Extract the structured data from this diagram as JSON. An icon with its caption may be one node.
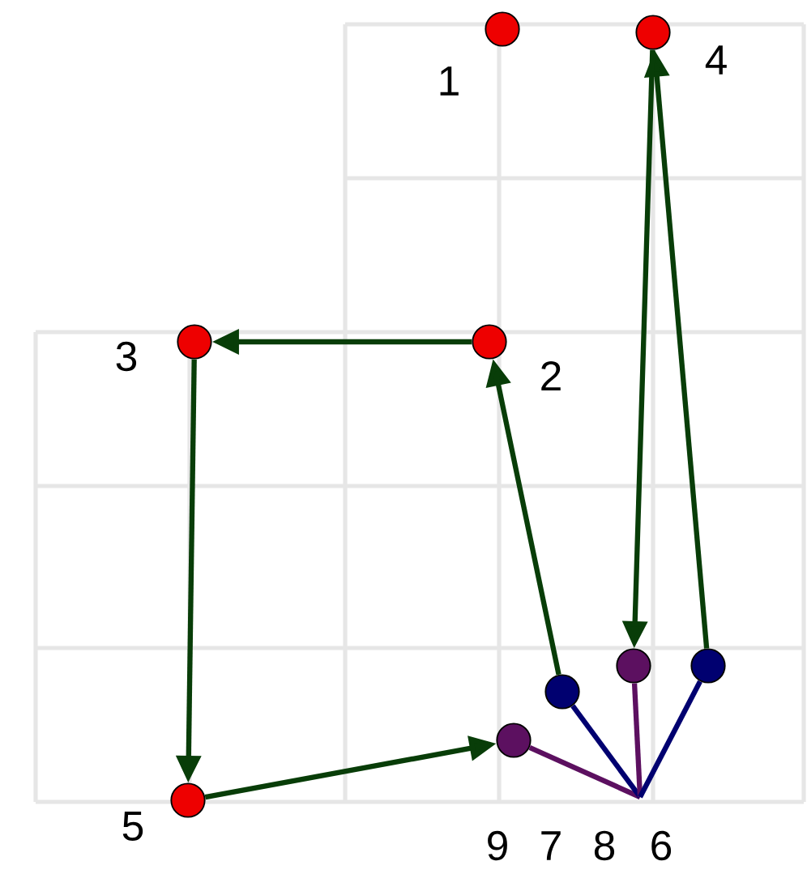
{
  "diagram": {
    "nodes": [
      {
        "text": [],
        "shape": "circle",
        "beside": [
          "1"
        ]
      },
      {
        "text": [],
        "shape": "circle",
        "beside": [
          "4"
        ]
      },
      {
        "text": [],
        "shape": "circle",
        "beside": [
          "3"
        ]
      },
      {
        "text": [],
        "shape": "circle",
        "beside": [
          "2"
        ]
      },
      {
        "text": [],
        "shape": "circle",
        "beside": [
          "8"
        ]
      },
      {
        "text": [],
        "shape": "circle",
        "beside": [
          "6"
        ]
      },
      {
        "text": [],
        "shape": "circle",
        "beside": [
          "7"
        ]
      },
      {
        "text": [],
        "shape": "circle",
        "beside": [
          "9"
        ]
      },
      {
        "text": [],
        "shape": "circle",
        "beside": [
          "5"
        ]
      }
    ],
    "edges": [
      {
        "from": 3,
        "to": 2,
        "arrow": "to"
      },
      {
        "from": 2,
        "to": 8,
        "arrow": "to"
      },
      {
        "from": 8,
        "to": 7,
        "arrow": "to"
      },
      {
        "from": 6,
        "to": 3,
        "arrow": "to"
      },
      {
        "from": 5,
        "to": 1,
        "arrow": "to"
      },
      {
        "from": 1,
        "to": 4,
        "arrow": "to"
      },
      {
        "from": null,
        "to": 7,
        "arrow": "none",
        "color": "#5c1060"
      },
      {
        "from": null,
        "to": 6,
        "arrow": "none",
        "color": "#000070"
      },
      {
        "from": null,
        "to": 4,
        "arrow": "none",
        "color": "#5c1060"
      },
      {
        "from": null,
        "to": 5,
        "arrow": "none",
        "color": "#000070"
      }
    ]
  }
}
